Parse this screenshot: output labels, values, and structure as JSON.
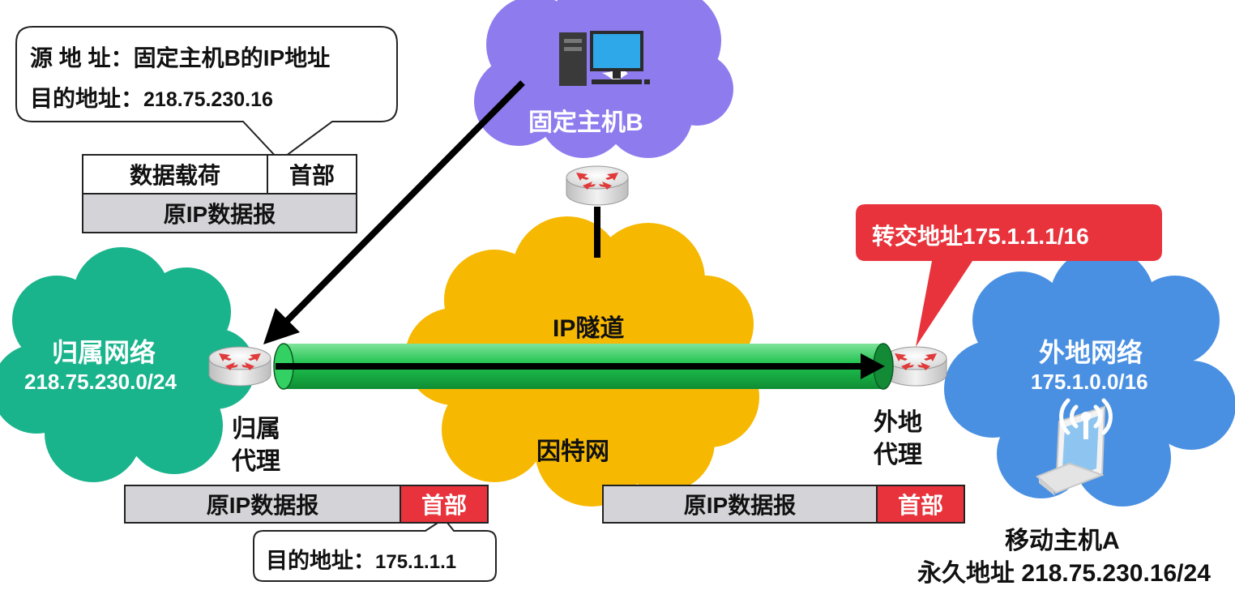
{
  "callout_top": {
    "source_label": "源 地 址：",
    "source_value": "固定主机B的IP地址",
    "dest_label": "目的地址：",
    "dest_value": "218.75.230.16"
  },
  "inner_packet": {
    "payload": "数据载荷",
    "header": "首部",
    "outer": "原IP数据报"
  },
  "fixed_host": {
    "label": "固定主机B"
  },
  "home_network": {
    "name": "归属网络",
    "prefix": "218.75.230.0/24"
  },
  "home_agent": {
    "line1": "归属",
    "line2": "代理"
  },
  "internet": {
    "tunnel": "IP隧道",
    "name": "因特网"
  },
  "foreign_agent": {
    "line1": "外地",
    "line2": "代理"
  },
  "foreign_network": {
    "name": "外地网络",
    "prefix": "175.1.0.0/16"
  },
  "care_of": {
    "text": "转交地址175.1.1.1/16"
  },
  "mobile_host": {
    "name": "移动主机A",
    "permanent": "永久地址 218.75.230.16/24"
  },
  "tunnel_packet_left": {
    "body": "原IP数据报",
    "header": "首部"
  },
  "tunnel_packet_right": {
    "body": "原IP数据报",
    "header": "首部"
  },
  "callout_bottom": {
    "label": "目的地址：",
    "value": "175.1.1.1"
  },
  "colors": {
    "purple_cloud": "#8e7cee",
    "yellow_cloud": "#f6b800",
    "teal_cloud": "#19b48c",
    "blue_cloud": "#4a90e2",
    "tunnel_green": "#1ec24e",
    "red": "#e8333c"
  },
  "icons": [
    "desktop-computer-icon",
    "router-icon",
    "laptop-icon",
    "wifi-signal-icon"
  ]
}
